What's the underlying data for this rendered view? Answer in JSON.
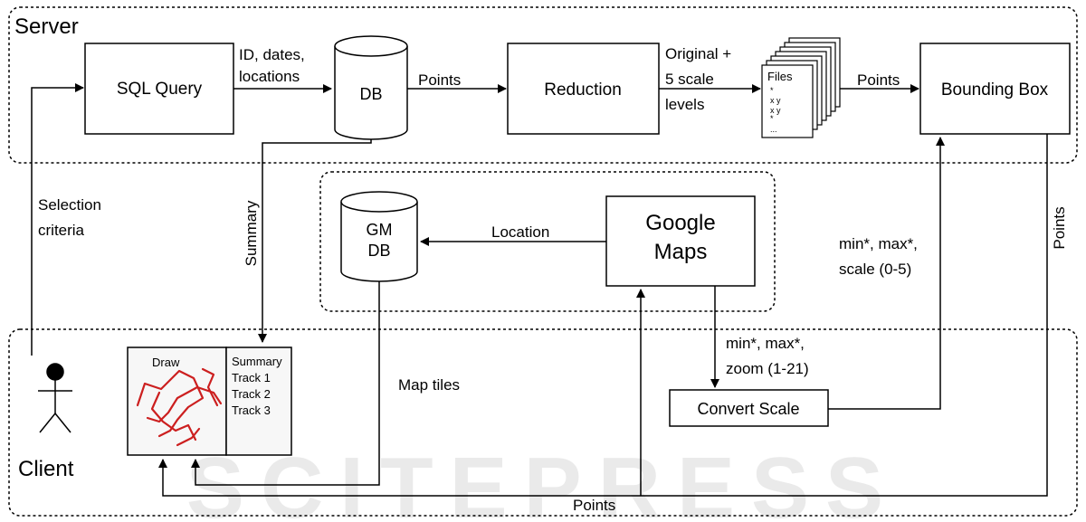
{
  "watermark": "SCITEPRESS",
  "regions": {
    "server": "Server",
    "client": "Client"
  },
  "boxes": {
    "sql_query": "SQL Query",
    "db": "DB",
    "reduction": "Reduction",
    "bounding_box": "Bounding Box",
    "gm_db_line1": "GM",
    "gm_db_line2": "DB",
    "google_maps_line1": "Google",
    "google_maps_line2": "Maps",
    "convert_scale": "Convert Scale"
  },
  "files": {
    "title": "Files",
    "lines": [
      "*",
      "x y",
      "x y",
      "*",
      "..."
    ]
  },
  "client_panel": {
    "draw": "Draw",
    "list": [
      "Summary",
      "Track 1",
      "Track 2",
      "Track 3"
    ]
  },
  "edges": {
    "sql_to_db_1": "ID, dates,",
    "sql_to_db_2": "locations",
    "db_to_reduction": "Points",
    "reduction_to_files_1": "Original +",
    "reduction_to_files_2": "5 scale",
    "reduction_to_files_3": "levels",
    "files_to_bbox": "Points",
    "selection_1": "Selection",
    "selection_2": "criteria",
    "summary": "Summary",
    "location": "Location",
    "bbox_points": "Points",
    "convert_to_bbox_1": "min*, max*,",
    "convert_to_bbox_2": "scale (0-5)",
    "maps_to_convert_1": "min*, max*,",
    "maps_to_convert_2": "zoom (1-21)",
    "map_tiles": "Map tiles",
    "bottom_points": "Points"
  }
}
